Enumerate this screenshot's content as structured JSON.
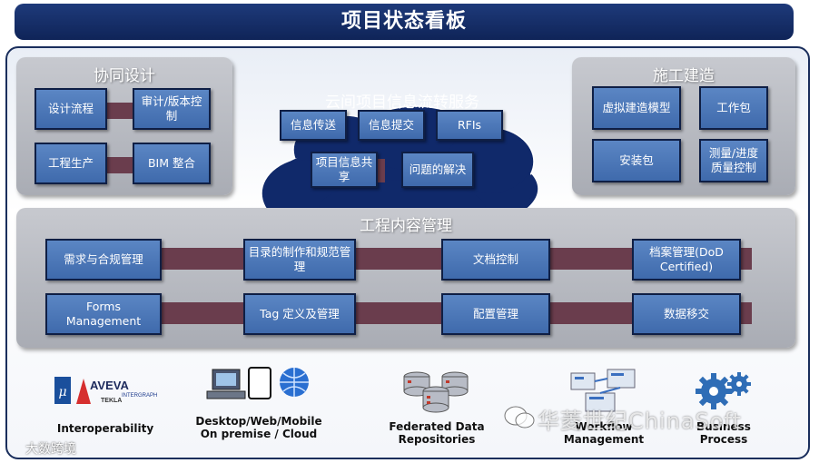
{
  "title": "项目状态看板",
  "collab": {
    "title": "协同设计",
    "items": [
      "设计流程",
      "审计/版本控制",
      "工程生产",
      "BIM 整合"
    ]
  },
  "cloud": {
    "title": "云间项目信息流转服务",
    "items": [
      "信息传送",
      "信息提交",
      "RFIs",
      "项目信息共享",
      "问题的解决"
    ]
  },
  "construction": {
    "title": "施工建造",
    "items": [
      "虚拟建造模型",
      "工作包",
      "安装包",
      "测量/进度质量控制"
    ]
  },
  "engineering": {
    "title": "工程内容管理",
    "items": [
      "需求与合规管理",
      "目录的制作和规范管理",
      "文档控制",
      "档案管理(DoD Certified)",
      "Forms Management",
      "Tag 定义及管理",
      "配置管理",
      "数据移交"
    ]
  },
  "bottom": {
    "items": [
      {
        "label": "Interoperability",
        "logos": [
          "AVEVA",
          "TEKLA",
          "INTERGRAPH"
        ]
      },
      {
        "label": "Desktop/Web/Mobile On premise / Cloud"
      },
      {
        "label": "Federated Data Repositories"
      },
      {
        "label": "Workflow Management"
      },
      {
        "label": "Business Process"
      }
    ]
  },
  "watermark": "华菱世纪ChinaSoft",
  "corner_mark": "大数跨境",
  "colors": {
    "title_bar": "#0f2458",
    "box": "#4a74b6",
    "box_border": "#0f1f45",
    "panel": "#b6b8bf",
    "connector": "#6a3d4d",
    "cloud": "#10296a"
  }
}
